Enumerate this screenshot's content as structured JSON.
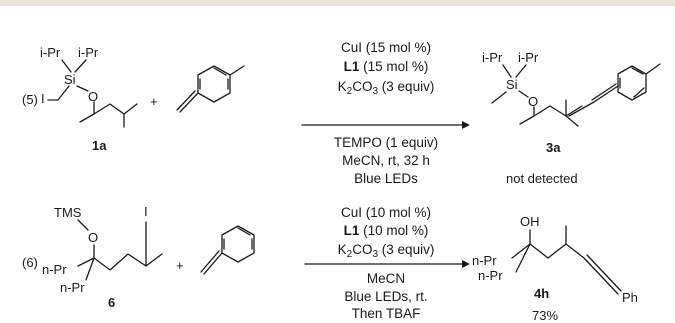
{
  "reactions": [
    {
      "number": "(5)",
      "reactant1": {
        "label": "1a",
        "atoms": {
          "ipr_a": "i-Pr",
          "ipr_b": "i-Pr",
          "si": "Si",
          "o": "O",
          "iodo": "I"
        }
      },
      "plus": "+",
      "conditions_above": [
        "CuI (15 mol %)",
        "L1",
        " (15 mol %)",
        "K",
        "2",
        "CO",
        "3",
        " (3 equiv)"
      ],
      "conditions_below": [
        "TEMPO (1 equiv)",
        "MeCN, rt, 32 h",
        "Blue LEDs"
      ],
      "product": {
        "label": "3a",
        "atoms": {
          "ipr_a": "i-Pr",
          "ipr_b": "i-Pr",
          "si": "Si",
          "o": "O"
        },
        "result": "not detected"
      }
    },
    {
      "number": "(6)",
      "reactant1": {
        "label": "6",
        "atoms": {
          "tms": "TMS",
          "o": "O",
          "iodo": "I",
          "npr_a": "n-Pr",
          "npr_b": "n-Pr"
        }
      },
      "plus": "+",
      "conditions_above": [
        "CuI (10 mol %)",
        "L1",
        " (10 mol %)",
        "K",
        "2",
        "CO",
        "3",
        " (3 equiv)"
      ],
      "conditions_below": [
        "MeCN",
        "Blue LEDs, rt.",
        "Then TBAF"
      ],
      "product": {
        "label": "4h",
        "atoms": {
          "oh": "OH",
          "npr_a": "n-Pr",
          "npr_b": "n-Pr",
          "ph": "Ph"
        },
        "result": "73%"
      }
    }
  ]
}
